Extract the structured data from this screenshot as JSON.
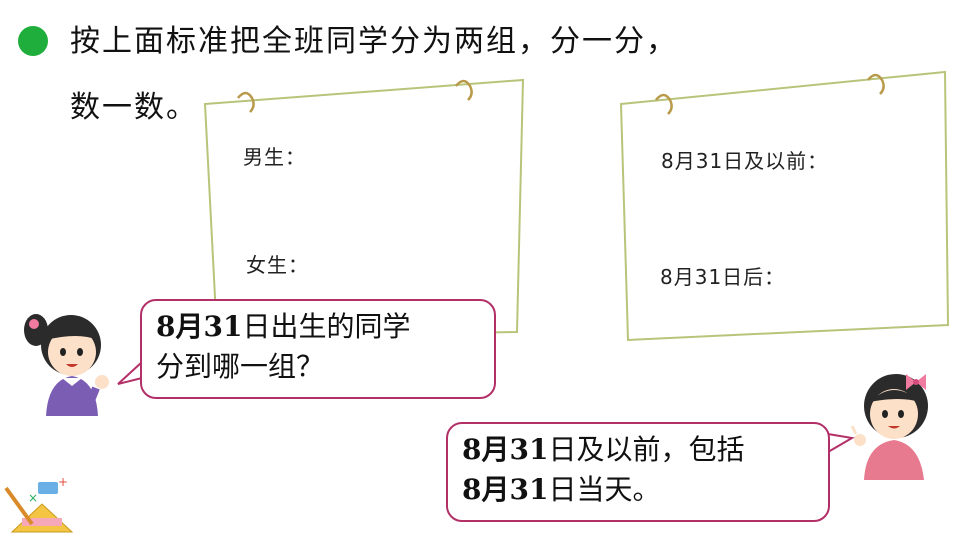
{
  "instruction": {
    "line1": "按上面标准把全班同学分为两组，分一分，",
    "line2": "数一数。"
  },
  "note_gender": {
    "boy_label": "男生：",
    "girl_label": "女生："
  },
  "note_birthday": {
    "before_label": "8月31日及以前：",
    "after_label": "8月31日后："
  },
  "bubble_left": {
    "line1_bold": "8月31",
    "line1_rest": "日出生的同学",
    "line2": "分到哪一组？"
  },
  "bubble_right": {
    "line1_bold": "8月31",
    "line1_rest": "日及以前，包括",
    "line2_bold": "8月31",
    "line2_rest": "日当天。"
  },
  "colors": {
    "bullet": "#1fae3c",
    "bubble_border": "#b32f68",
    "note_border": "#b8c47a"
  }
}
